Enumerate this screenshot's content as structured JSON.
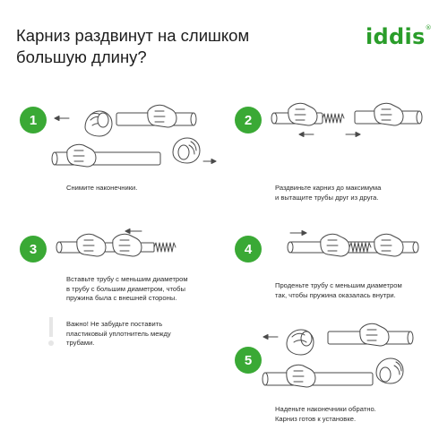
{
  "header": {
    "title_line1": "Карниз раздвинут на слишком",
    "title_line2": "большую длину?",
    "logo": "iddis",
    "logo_mark": "®"
  },
  "colors": {
    "accent": "#3aa935",
    "text": "#222222",
    "line": "#4a4a4a",
    "warning_mark": "#e6e6e6"
  },
  "steps": [
    {
      "number": "1",
      "caption_lines": [
        "Снимите наконечники."
      ]
    },
    {
      "number": "2",
      "caption_lines": [
        "Раздвиньте карниз до максимума",
        "и вытащите трубы друг из друга."
      ]
    },
    {
      "number": "3",
      "caption_lines": [
        "Вставьте трубу с меньшим диаметром",
        "в трубу с большим диаметром, чтобы",
        "пружина была с внешней стороны."
      ]
    },
    {
      "number": "4",
      "caption_lines": [
        "Проденьте трубу с меньшим диаметром",
        "так, чтобы пружина оказалась внутри."
      ]
    },
    {
      "number": "5",
      "caption_lines": [
        "Наденьте наконечники обратно.",
        "Карниз готов к установке."
      ]
    }
  ],
  "warning": {
    "lines": [
      "Важно! Не забудьте поставить",
      "пластиковый уплотнитель между",
      "трубами."
    ],
    "icon": "exclamation-icon"
  }
}
